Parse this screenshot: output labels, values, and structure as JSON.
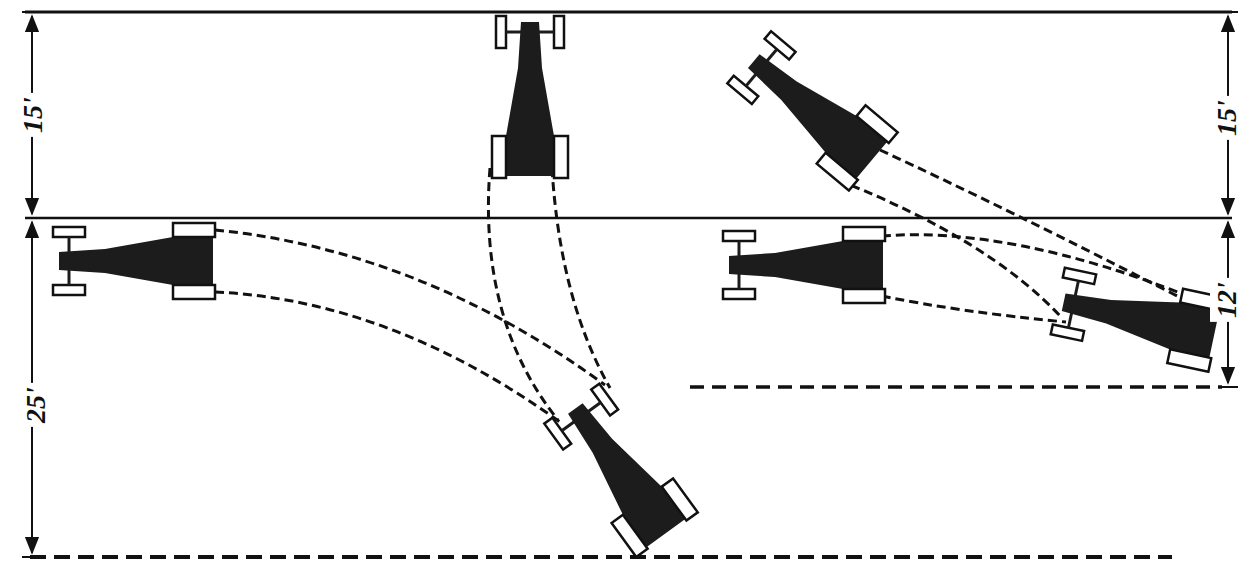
{
  "diagram": {
    "labels": [
      "15'",
      "15'",
      "12'",
      "25'"
    ]
  }
}
